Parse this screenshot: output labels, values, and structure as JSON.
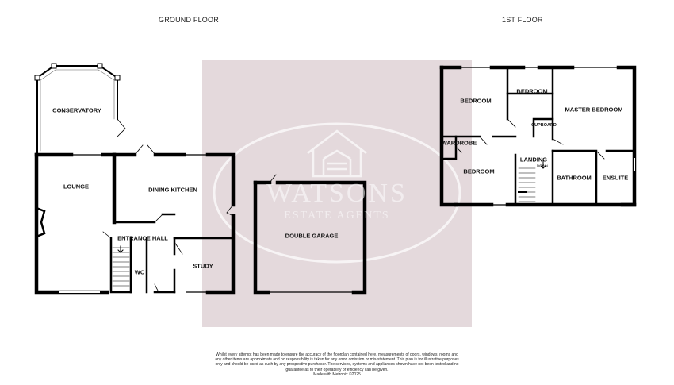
{
  "floors": {
    "ground": "GROUND FLOOR",
    "first": "1ST FLOOR"
  },
  "rooms": {
    "conservatory": "CONSERVATORY",
    "lounge": "LOUNGE",
    "dining_kitchen": "DINING KITCHEN",
    "entrance_hall": "ENTRANCE HALL",
    "wc": "WC",
    "study": "STUDY",
    "double_garage": "DOUBLE GARAGE",
    "bedroom_1": "BEDROOM",
    "bedroom_2": "BEDROOM",
    "master_bedroom": "MASTER BEDROOM",
    "cupboard": "CUPBOARD",
    "wardrobe": "WARDROBE",
    "bedroom_3": "BEDROOM",
    "landing": "LANDING",
    "down": "DOWN",
    "bathroom": "BATHROOM",
    "ensuite": "ENSUITE"
  },
  "watermark": {
    "name": "WATSONS",
    "subtitle": "ESTATE AGENTS"
  },
  "disclaimer": {
    "line1": "Whilst every attempt has been made to ensure the accuracy of the floorplan contained here, measurements of doors, windows, rooms and any other items are approximate and no responsibility is taken for any error, omission or mis-statement. This plan is for illustrative purposes only and should be used as such by any prospective purchaser. The services, systems and appliances shown have not been tested and no guarantee as to their operability or efficiency can be given.",
    "credit": "Made with Metropix ©2025"
  },
  "colors": {
    "wall": "#000000",
    "watermark_panel": "#e4d9dc",
    "watermark_mark": "#ffffff"
  }
}
